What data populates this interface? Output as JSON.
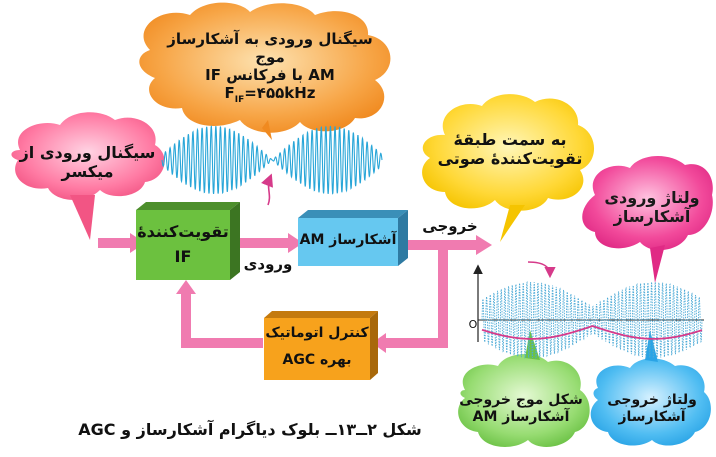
{
  "blocks": {
    "if_amp": {
      "line1": "تقویت‌کنندهٔ",
      "line2": "IF",
      "color": "#6cc13f"
    },
    "am_detector": {
      "label": "آشکارساز AM",
      "color": "#66c8f0"
    },
    "agc_control": {
      "line1": "کنترل اتوماتیک",
      "line2": "بهره AGC",
      "color": "#f7a21c"
    }
  },
  "labels": {
    "input_word": "ورودی",
    "output_word": "خروجی"
  },
  "clouds": {
    "mixer_input": {
      "line1": "سیگنال ورودی از",
      "line2": "میکسر",
      "color": "#ff6a95"
    },
    "am_input": {
      "line1": "سیگنال ورودی به آشکارساز موج",
      "line2": "AM با فرکانس IF",
      "line3": "F",
      "line3_sub": "IF",
      "line3_rest": "=۴۵۵kHz",
      "color": "#f59a3c"
    },
    "to_audio": {
      "line1": "به سمت طبقهٔ",
      "line2": "تقویت‌کنندهٔ صوتی",
      "color": "#ffd52c"
    },
    "detector_input_voltage": {
      "line1": "ولتاژ ورودی",
      "line2": "آشکارساز",
      "color": "#f0358f"
    },
    "output_waveform": {
      "line1": "شکل موج خروجی",
      "line2": "آشکارساز AM",
      "color": "#8ed86a"
    },
    "detector_output_voltage": {
      "line1": "ولتاژ خروجی",
      "line2": "آشکارساز",
      "color": "#3cb6f0"
    }
  },
  "graph": {
    "origin_label": "O",
    "carrier_color": "#4aa9d6",
    "envelope_color": "#d63a8a"
  },
  "caption": "شکل ۲ــ۱۳ــ بلوک دیاگرام آشکارساز و AGC",
  "colors": {
    "arrow": "#f07bb0",
    "arrow_dark": "#e65a99"
  }
}
